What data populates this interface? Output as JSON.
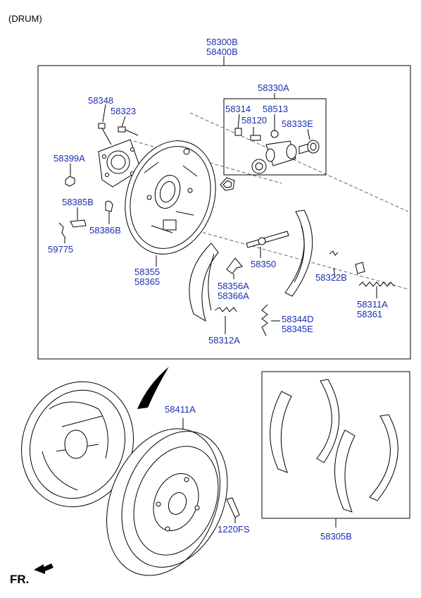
{
  "header": {
    "variant": "(DRUM)"
  },
  "assembly": {
    "label_a": "58300B",
    "label_b": "58400B"
  },
  "group_wheel_cylinder": {
    "label": "58330A"
  },
  "parts": {
    "p58348": "58348",
    "p58323": "58323",
    "p58314": "58314",
    "p58513": "58513",
    "p58120": "58120",
    "p58333E": "58333E",
    "p58399A": "58399A",
    "p58385B": "58385B",
    "p58386B": "58386B",
    "p59775": "59775",
    "p58355": "58355",
    "p58365": "58365",
    "p58350": "58350",
    "p58322B": "58322B",
    "p58356A": "58356A",
    "p58366A": "58366A",
    "p58311A": "58311A",
    "p58361": "58361",
    "p58344D": "58344D",
    "p58345E": "58345E",
    "p58312A": "58312A",
    "p58411A": "58411A",
    "p1220FS": "1220FS",
    "p58305B": "58305B"
  },
  "footer": {
    "direction": "FR."
  }
}
